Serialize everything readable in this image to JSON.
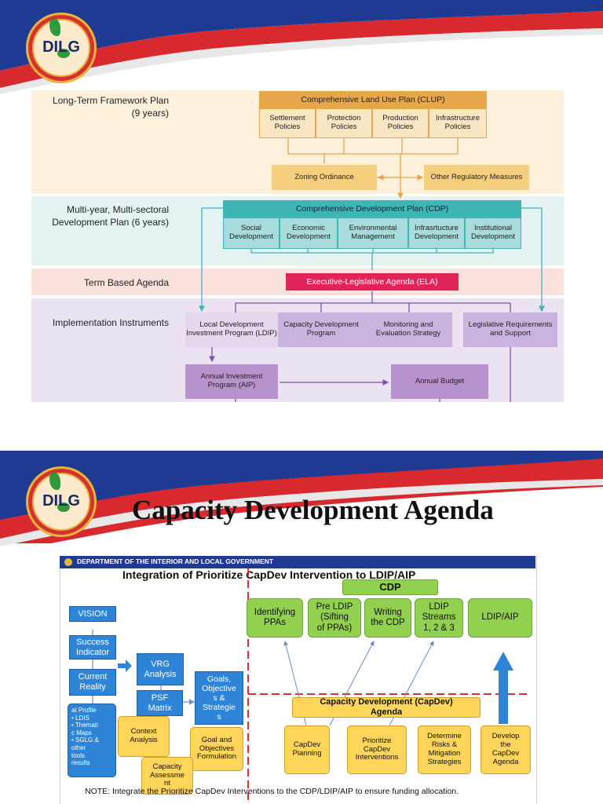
{
  "slide1": {
    "logo_text": "DILG",
    "bands": {
      "long_term": {
        "label_line1": "Long-Term Framework Plan",
        "label_line2": "(9 years)"
      },
      "multi_year": {
        "label_line1": "Multi-year, Multi-sectoral",
        "label_line2": "Development Plan (6 years)"
      },
      "term_based": {
        "label": "Term Based Agenda"
      },
      "implementation": {
        "label": "Implementation Instruments"
      }
    },
    "clup": {
      "title": "Comprehensive Land Use Plan (CLUP)",
      "policies": [
        {
          "line1": "Settlement",
          "line2": "Policies"
        },
        {
          "line1": "Protection",
          "line2": "Policies"
        },
        {
          "line1": "Production",
          "line2": "Policies"
        },
        {
          "line1": "Infrastructure",
          "line2": "Policies"
        }
      ],
      "zoning": "Zoning Ordinance",
      "other_measures": "Other Regulatory Measures"
    },
    "cdp": {
      "title": "Comprehensive Development Plan (CDP)",
      "sectors": [
        {
          "line1": "Social",
          "line2": "Development"
        },
        {
          "line1": "Economic",
          "line2": "Development"
        },
        {
          "line1": "Environmental",
          "line2": "Management"
        },
        {
          "line1": "Infrasrtucture",
          "line2": "Development"
        },
        {
          "line1": "Institutional",
          "line2": "Development"
        }
      ]
    },
    "ela": "Executive-Legislative Agenda (ELA)",
    "instruments": [
      {
        "line1": "Local Development",
        "line2": "Investment Program (LDIP)"
      },
      {
        "line1": "Capacity Development",
        "line2": "Program"
      },
      {
        "line1": "Monitoring and",
        "line2": "Evaluation Strategy"
      },
      {
        "line1": "Legislative Requirements",
        "line2": "and Support"
      }
    ],
    "aip": {
      "line1": "Annual Investment",
      "line2": "Program (AIP)"
    },
    "annual_budget": "Annual Budget"
  },
  "slide2": {
    "logo_text": "DILG",
    "title": "Capacity Development Agenda",
    "header_bar": "DEPARTMENT OF THE INTERIOR AND LOCAL GOVERNMENT",
    "diagram_title": "Integration of Prioritize CapDev  Intervention to LDIP/AIP",
    "cdp_label": "CDP",
    "green_boxes": [
      {
        "line1": "Identifying",
        "line2": "PPAs",
        "line3": ""
      },
      {
        "line1": "Pre LDIP",
        "line2": "(Sifting",
        "line3": "of PPAs)"
      },
      {
        "line1": "Writing",
        "line2": "the CDP",
        "line3": ""
      },
      {
        "line1": "LDIP",
        "line2": "Streams",
        "line3": "1, 2 & 3"
      },
      {
        "line1": "LDIP/AIP",
        "line2": "",
        "line3": ""
      }
    ],
    "left_boxes": {
      "vision": "VISION",
      "success": {
        "line1": "Success",
        "line2": "Indicator"
      },
      "current": {
        "line1": "Current",
        "line2": "Reality"
      },
      "tools": [
        "at Profile",
        "• LDIS",
        "• Themati",
        "c Maps",
        "• SGLG &",
        "other",
        "tools",
        "results"
      ],
      "vrg": {
        "line1": "VRG",
        "line2": "Analysis"
      },
      "psf": {
        "line1": "PSF",
        "line2": "Matrix"
      },
      "goals": {
        "line1": "Goals,",
        "line2": "Objective",
        "line3": "s &",
        "line4": "Strategie",
        "line5": "s"
      }
    },
    "yellow_left": {
      "context": {
        "line1": "Context",
        "line2": "Analysis"
      },
      "goal_form": {
        "line1": "Goal and",
        "line2": "Objectives",
        "line3": "Formulation"
      },
      "capacity": {
        "line1": "Capacity",
        "line2": "Assessme",
        "line3": "nt"
      }
    },
    "capdev_agenda": {
      "line1": "Capacity Development  (CapDev)",
      "line2": "Agenda"
    },
    "yellow_right": [
      {
        "line1": "CapDev",
        "line2": "Planning",
        "line3": "",
        "line4": ""
      },
      {
        "line1": "Prioritize",
        "line2": "CapDev",
        "line3": "Interventions",
        "line4": ""
      },
      {
        "line1": "Determine",
        "line2": "Risks &",
        "line3": "Mitigation",
        "line4": "Strategies"
      },
      {
        "line1": "Develop",
        "line2": "the",
        "line3": "CapDev",
        "line4": "Agenda"
      }
    ],
    "note": "NOTE:  Integrate the Prioritize CapDev Interventions to the CDP/LDIP/AIP to ensure funding allocation."
  }
}
